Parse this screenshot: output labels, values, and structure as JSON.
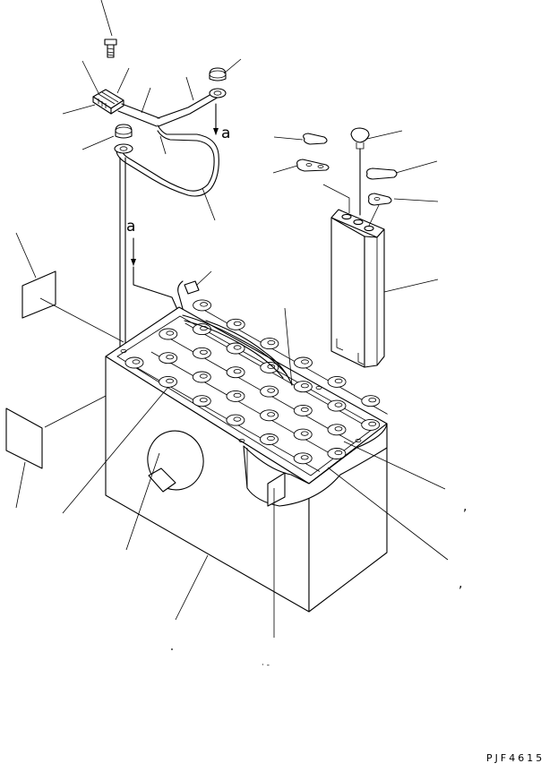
{
  "diagram": {
    "arrow_label_upper": "a",
    "arrow_label_lower": "a",
    "comma_upper": ",",
    "comma_lower": ",",
    "code": "PJF4615",
    "fragment_mark": "· -"
  },
  "icons": [
    "battery-case",
    "cell-caps",
    "cable-harness",
    "single-cell",
    "plug-connector",
    "label-sheet"
  ],
  "colors": {
    "line": "#000000",
    "background": "#ffffff"
  }
}
